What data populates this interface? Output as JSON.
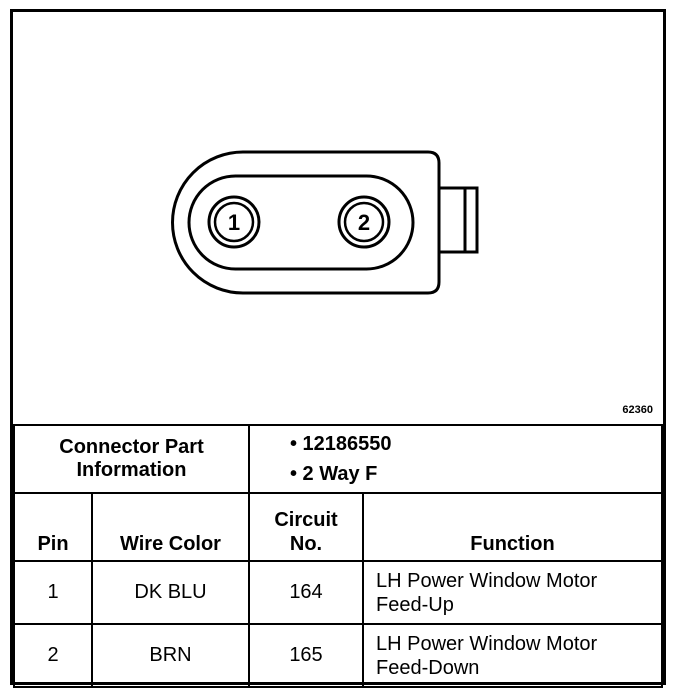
{
  "figure_id": "62360",
  "connector": {
    "pins": [
      "1",
      "2"
    ],
    "part_info_label_line1": "Connector Part",
    "part_info_label_line2": "Information",
    "part_number": "• 12186550",
    "description": "• 2 Way F"
  },
  "table": {
    "headers": {
      "pin": "Pin",
      "wire_color": "Wire Color",
      "circuit_line1": "Circuit",
      "circuit_line2": "No.",
      "function": "Function"
    },
    "rows": [
      {
        "pin": "1",
        "wire_color": "DK BLU",
        "circuit": "164",
        "function_line1": "LH Power Window Motor",
        "function_line2": "Feed-Up"
      },
      {
        "pin": "2",
        "wire_color": "BRN",
        "circuit": "165",
        "function_line1": "LH Power Window Motor",
        "function_line2": "Feed-Down"
      }
    ]
  }
}
